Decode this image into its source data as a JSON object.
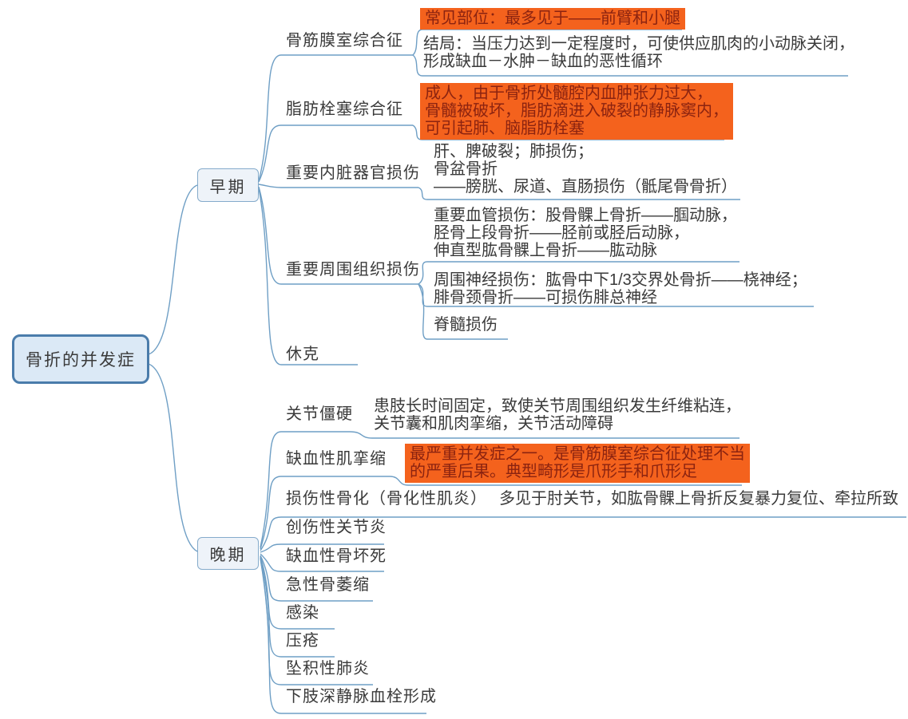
{
  "colors": {
    "connector": "#6f9fc5",
    "root_fill": "#dbe9f6",
    "root_border": "#4a7cab",
    "stage_fill": "#eef3f9",
    "stage_border": "#85abcb",
    "highlight_bg": "#f4621d",
    "highlight_text": "#8b2310",
    "text": "#3a3a3a"
  },
  "root": {
    "label": "骨折的并发症"
  },
  "early": {
    "label": "早期",
    "topics": [
      {
        "label": "骨筋膜室综合征"
      },
      {
        "label": "脂肪栓塞综合征"
      },
      {
        "label": "重要内脏器官损伤"
      },
      {
        "label": "重要周围组织损伤"
      },
      {
        "label": "休克"
      }
    ],
    "details": {
      "common_sites": "常见部位：最多见于——前臂和小腿",
      "outcome": "结局：当压力达到一定程度时，可使供应肌肉的小动脉关闭，\n形成缺血－水肿－缺血的恶性循环",
      "fat_embolism": "成人，由于骨折处髓腔内血肿张力过大，\n骨髓被破坏，脂肪滴进入破裂的静脉窦内，\n可引起肺、脑脂肪栓塞",
      "organ_injury": "肝、脾破裂；肺损伤；\n骨盆骨折\n——膀胱、尿道、直肠损伤（骶尾骨骨折）",
      "vessel_injury": "重要血管损伤：股骨髁上骨折——腘动脉，\n胫骨上段骨折——胫前或胫后动脉，\n伸直型肱骨髁上骨折——肱动脉",
      "nerve_injury": "周围神经损伤：肱骨中下1/3交界处骨折——桡神经；\n腓骨颈骨折——可损伤腓总神经",
      "spinal_injury": "脊髓损伤"
    }
  },
  "late": {
    "label": "晚期",
    "topics": [
      {
        "label": "关节僵硬"
      },
      {
        "label": "缺血性肌挛缩"
      },
      {
        "label": "损伤性骨化（骨化性肌炎）"
      },
      {
        "label": "创伤性关节炎"
      },
      {
        "label": "缺血性骨坏死"
      },
      {
        "label": "急性骨萎缩"
      },
      {
        "label": "感染"
      },
      {
        "label": "压疮"
      },
      {
        "label": "坠积性肺炎"
      },
      {
        "label": "下肢深静脉血栓形成"
      }
    ],
    "details": {
      "joint_stiffness": "患肢长时间固定，致使关节周围组织发生纤维粘连，\n关节囊和肌肉挛缩，关节活动障碍",
      "ischemic_contracture": "最严重并发症之一。是骨筋膜室综合征处理不当\n的严重后果。典型畸形是爪形手和爪形足",
      "ossification": "多见于肘关节，如肱骨髁上骨折反复暴力复位、牵拉所致"
    }
  }
}
